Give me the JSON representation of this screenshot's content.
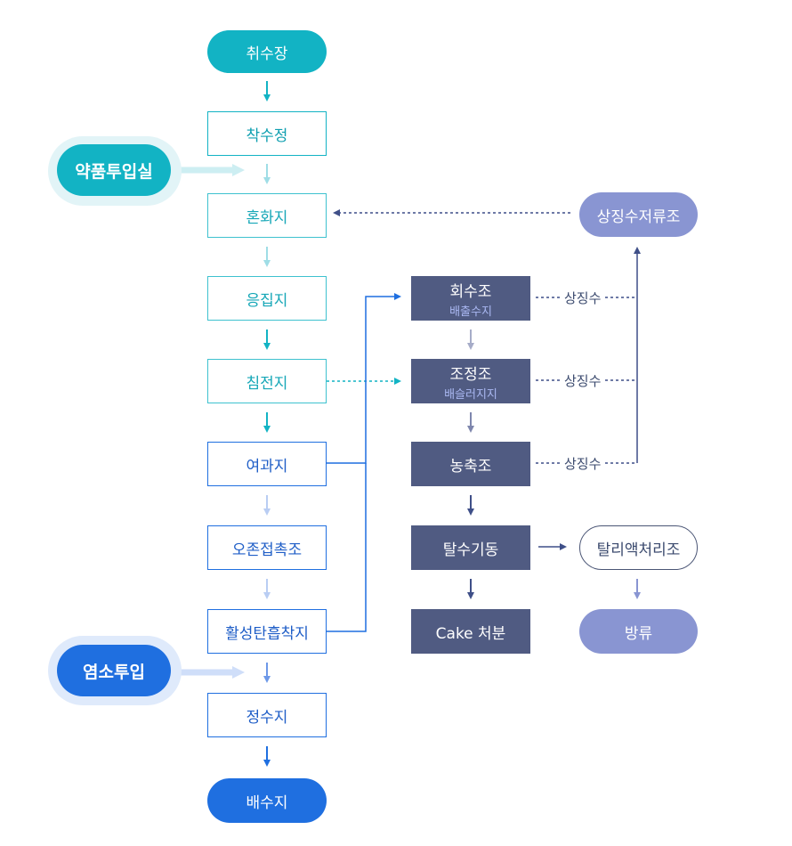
{
  "main_flow": {
    "intake": "취수장",
    "receiving_well": "착수정",
    "mixing_basin": "혼화지",
    "flocculation_basin": "응집지",
    "sedimentation_basin": "침전지",
    "filtration_basin": "여과지",
    "ozone_contact": "오존접촉조",
    "gac_basin": "활성탄흡착지",
    "clear_well": "정수지",
    "distribution": "배수지"
  },
  "injection": {
    "chemical_room": "약품투입실",
    "chlorine_input": "염소투입"
  },
  "sludge_flow": {
    "recovery_tank": {
      "name": "회수조",
      "sub": "배출수지"
    },
    "equalization_tank": {
      "name": "조정조",
      "sub": "배슬러지지"
    },
    "thickener": "농축조",
    "dewatering": "탈수기동",
    "cake_disposal": "Cake 처분"
  },
  "side_flow": {
    "supernatant_tank": "상징수저류조",
    "supernatant_labels": [
      "상징수",
      "상징수",
      "상징수"
    ],
    "filtrate_treatment": "탈리액처리조",
    "discharge": "방류"
  },
  "colors": {
    "teal": "#12b3c4",
    "blue": "#1f6fe0",
    "navy": "#505b82",
    "lavender": "#8995d2"
  }
}
